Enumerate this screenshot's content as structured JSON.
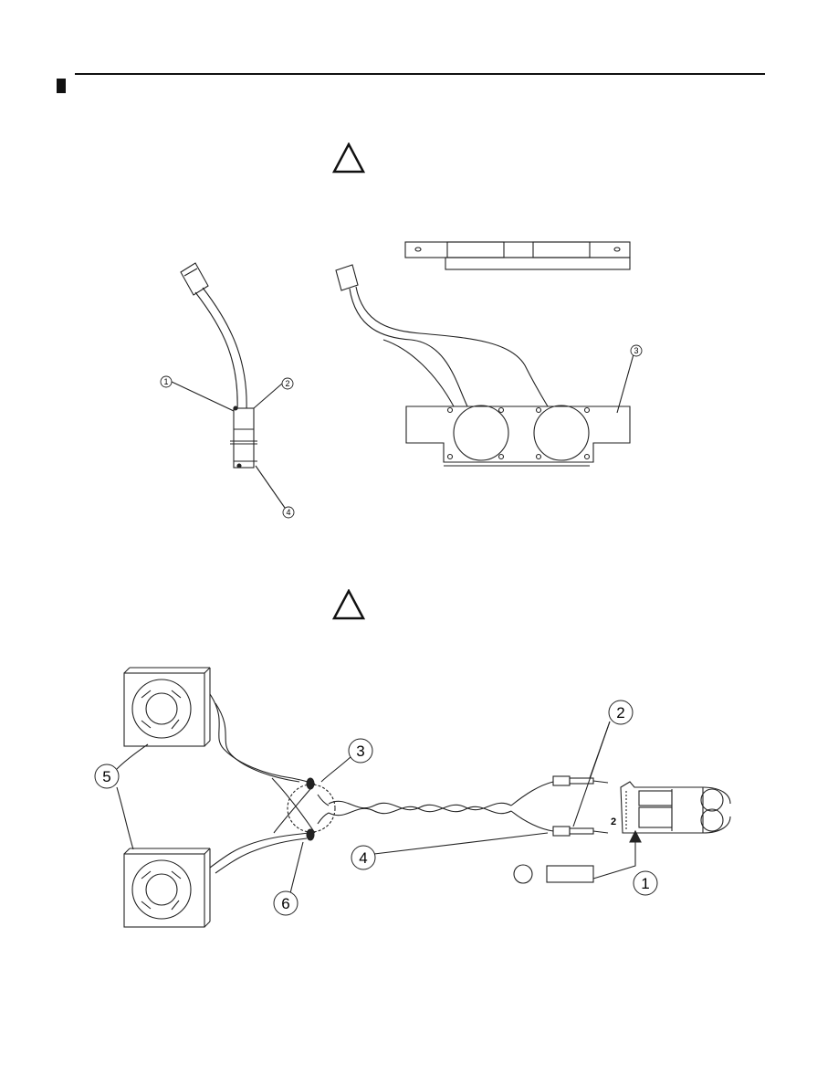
{
  "page": {
    "warnings": [
      {
        "icon": "warning-triangle-icon"
      },
      {
        "icon": "warning-triangle-icon"
      }
    ]
  },
  "figure_top_left": {
    "callouts": [
      "1",
      "2",
      "4"
    ]
  },
  "figure_top_right": {
    "callouts": [
      "3"
    ]
  },
  "figure_bottom": {
    "callouts": [
      "2",
      "3",
      "4",
      "5",
      "6",
      "1"
    ],
    "connector_pin_label": "2"
  }
}
